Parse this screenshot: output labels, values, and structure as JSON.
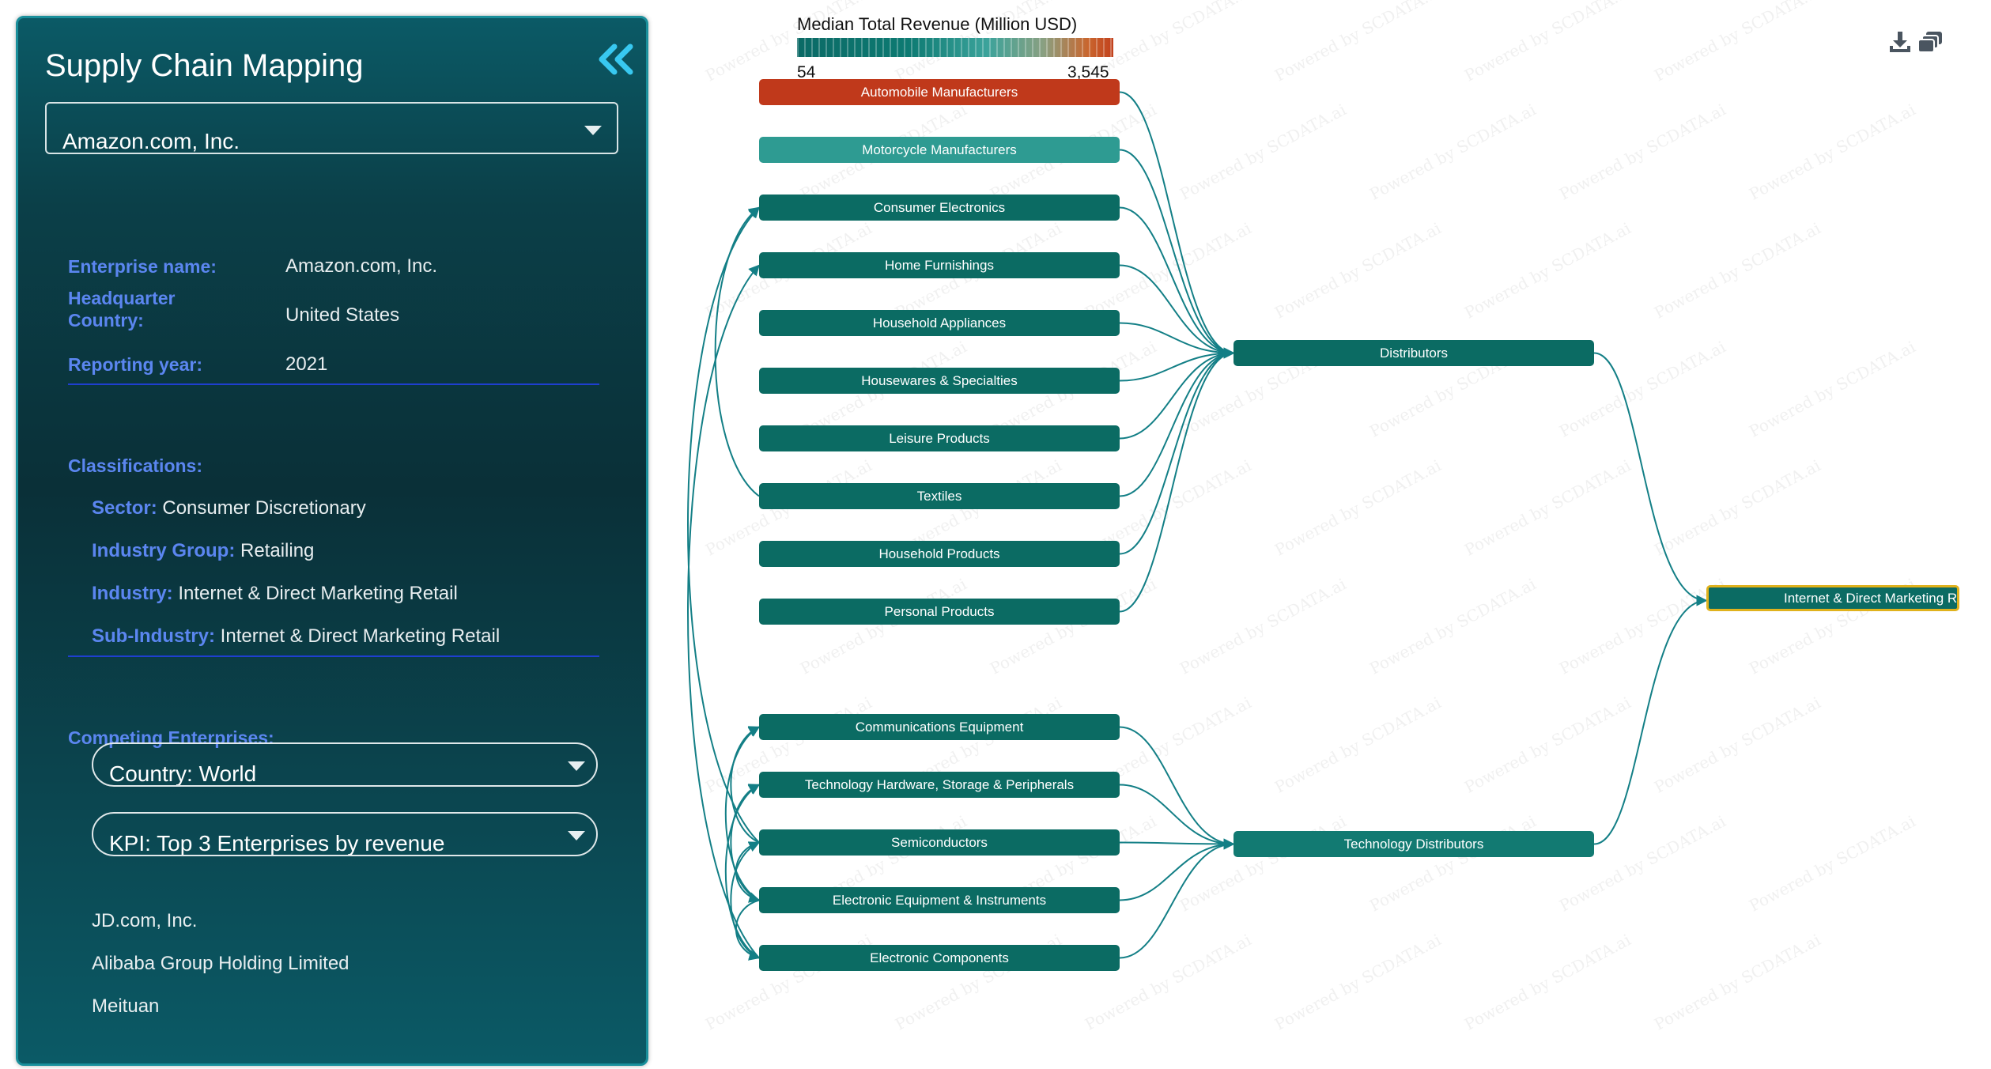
{
  "panel": {
    "title": "Supply Chain Mapping",
    "company": "Amazon.com, Inc.",
    "enterprise_label": "Enterprise name:",
    "enterprise_value": "Amazon.com, Inc.",
    "hq_label_1": "Headquarter",
    "hq_label_2": "Country:",
    "hq_value": "United States",
    "year_label": "Reporting year:",
    "year_value": "2021",
    "class_label": "Classifications:",
    "sector_label": "Sector:",
    "sector_value": "Consumer Discretionary",
    "group_label": "Industry Group:",
    "group_value": "Retailing",
    "industry_label": "Industry:",
    "industry_value": "Internet & Direct Marketing Retail",
    "sub_label": "Sub-Industry:",
    "sub_value": "Internet & Direct Marketing Retail",
    "competing_label": "Competing Enterprises:",
    "country_select": "Country: World",
    "kpi_select": "KPI: Top 3 Enterprises by revenue",
    "competitors": [
      "JD.com, Inc.",
      "Alibaba Group Holding Limited",
      "Meituan"
    ]
  },
  "legend": {
    "title": "Median Total Revenue (Million USD)",
    "min": "54",
    "max": "3,545"
  },
  "colors": {
    "teal": "#0b6b63",
    "light_teal": "#2e9b92",
    "orange": "#c0391b",
    "mid_teal": "#127a72",
    "link": "#137f86",
    "highlight_border": "#e0b21d"
  },
  "nodes": {
    "left": [
      {
        "label": "Automobile Manufacturers",
        "color": "#c0391b"
      },
      {
        "label": "Motorcycle Manufacturers",
        "color": "#2e9b92"
      },
      {
        "label": "Consumer Electronics",
        "color": "#0b6b63"
      },
      {
        "label": "Home Furnishings",
        "color": "#0b6b63"
      },
      {
        "label": "Household Appliances",
        "color": "#0b6b63"
      },
      {
        "label": "Housewares & Specialties",
        "color": "#0b6b63"
      },
      {
        "label": "Leisure Products",
        "color": "#0b6b63"
      },
      {
        "label": "Textiles",
        "color": "#0b6b63"
      },
      {
        "label": "Household Products",
        "color": "#0b6b63"
      },
      {
        "label": "Personal Products",
        "color": "#0b6b63"
      },
      {
        "label": "Communications Equipment",
        "color": "#0b6b63"
      },
      {
        "label": "Technology Hardware, Storage & Peripherals",
        "color": "#0b6b63"
      },
      {
        "label": "Semiconductors",
        "color": "#0b6b63"
      },
      {
        "label": "Electronic Equipment & Instruments",
        "color": "#0b6b63"
      },
      {
        "label": "Electronic Components",
        "color": "#0b6b63"
      }
    ],
    "mid": [
      {
        "label": "Distributors",
        "color": "#0b6b63"
      },
      {
        "label": "Technology Distributors",
        "color": "#127a72"
      }
    ],
    "right": [
      {
        "label": "Internet & Direct Marketing Retail",
        "color": "#0b6b63"
      }
    ]
  },
  "icons": {
    "collapse": "double-chevron-left-icon",
    "download": "download-icon",
    "layers": "layers-icon"
  },
  "watermark": "Powered by SCDATA.ai"
}
